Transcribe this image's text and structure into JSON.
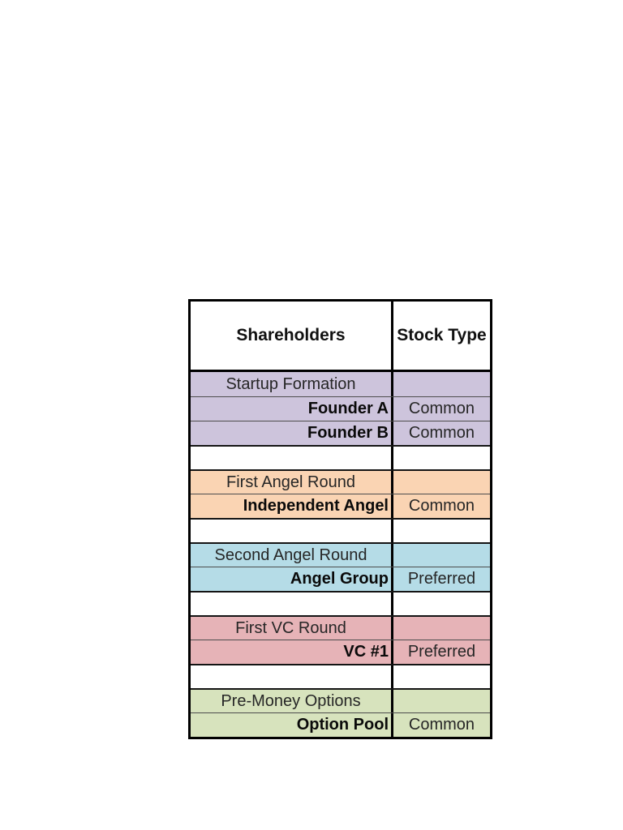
{
  "page": {
    "background": "#ffffff"
  },
  "table": {
    "border_color": "#000000",
    "columns": [
      {
        "label": "Shareholders"
      },
      {
        "label": "Stock Type"
      }
    ],
    "sections": [
      {
        "name": "Startup Formation",
        "color": "#cdc4dc",
        "rows": [
          {
            "shareholder": "Founder A",
            "stock_type": "Common"
          },
          {
            "shareholder": "Founder B",
            "stock_type": "Common"
          }
        ]
      },
      {
        "name": "First Angel Round",
        "color": "#fad4b3",
        "rows": [
          {
            "shareholder": "Independent Angel",
            "stock_type": "Common"
          }
        ]
      },
      {
        "name": "Second Angel Round",
        "color": "#b5dce7",
        "rows": [
          {
            "shareholder": "Angel Group",
            "stock_type": "Preferred"
          }
        ]
      },
      {
        "name": "First VC Round",
        "color": "#e6b3b7",
        "rows": [
          {
            "shareholder": "VC #1",
            "stock_type": "Preferred"
          }
        ]
      },
      {
        "name": "Pre-Money Options",
        "color": "#d7e3bd",
        "rows": [
          {
            "shareholder": "Option Pool",
            "stock_type": "Common"
          }
        ]
      }
    ]
  }
}
